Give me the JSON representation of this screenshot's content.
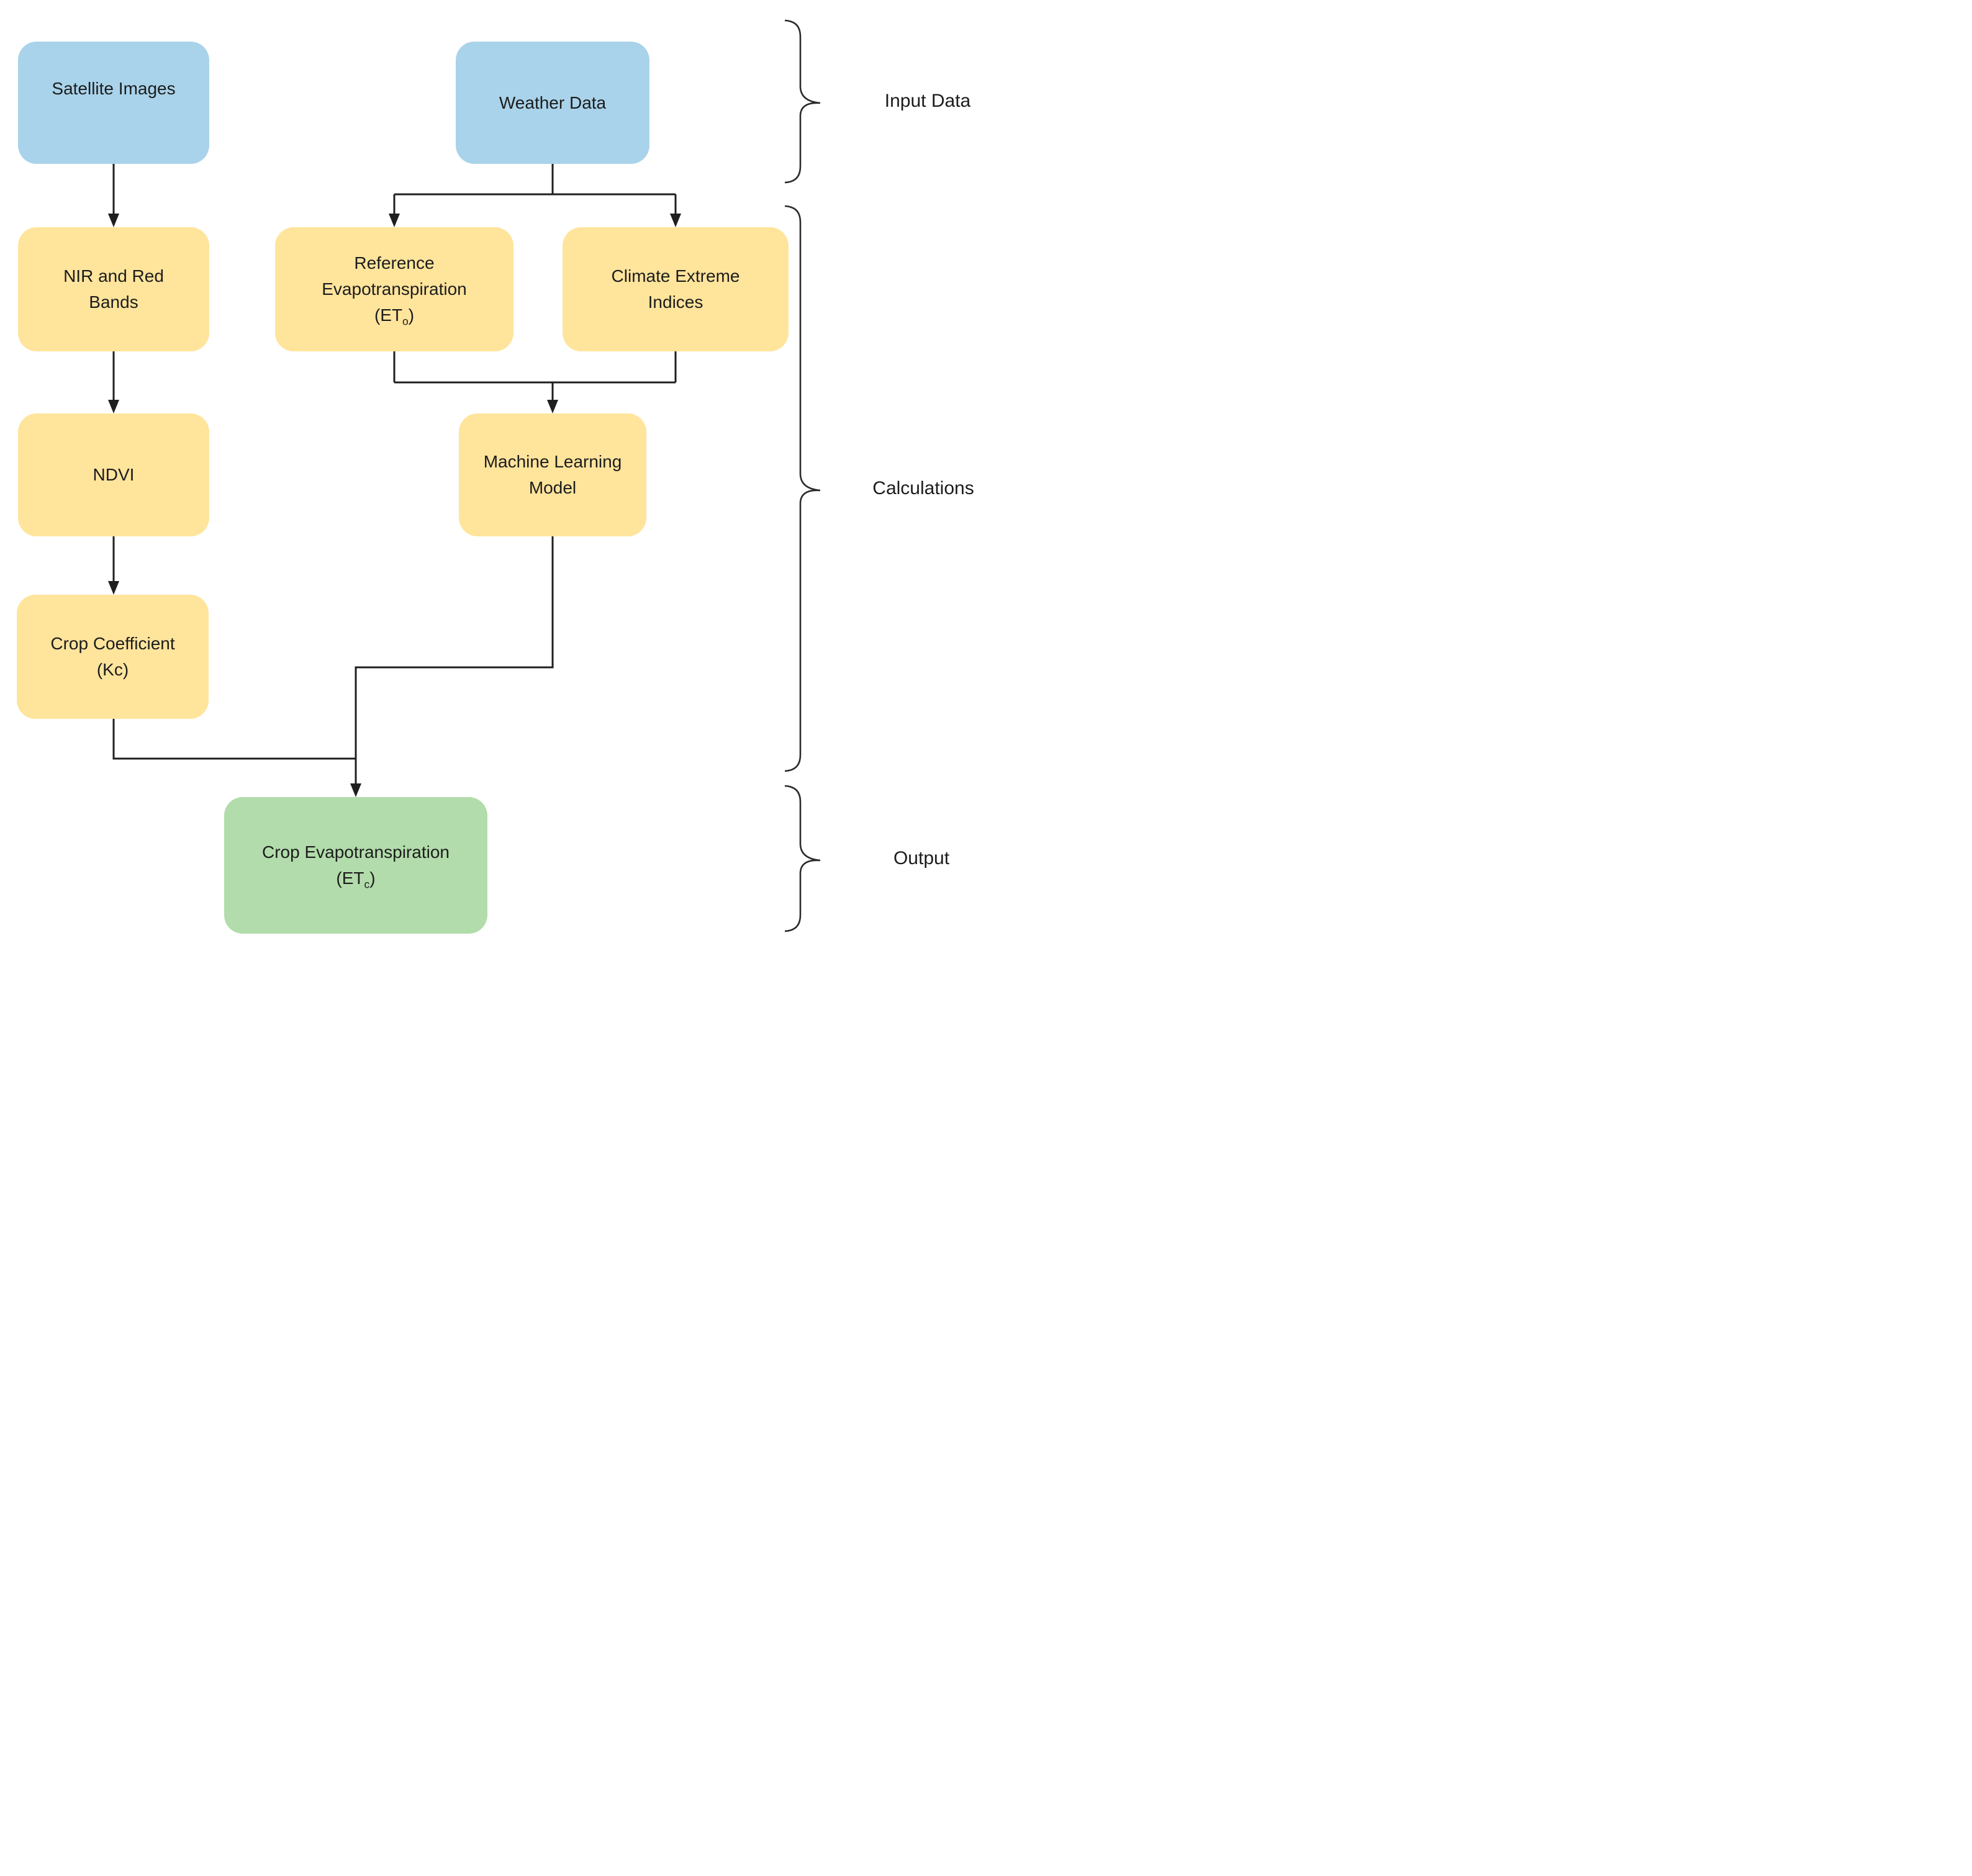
{
  "nodes": {
    "satellite": {
      "label": "Satellite Images"
    },
    "weather": {
      "label": "Weather Data"
    },
    "nir": {
      "line1": "NIR and Red",
      "line2": "Bands"
    },
    "reference": {
      "line1": "Reference",
      "line2": "Evapotranspiration",
      "formula_pre": "(ET",
      "formula_sub": "o",
      "formula_post": ")"
    },
    "climate": {
      "line1": "Climate Extreme",
      "line2": "Indices"
    },
    "ndvi": {
      "label": "NDVI"
    },
    "ml": {
      "line1": "Machine Learning",
      "line2": "Model"
    },
    "kc": {
      "line1": "Crop Coefficient",
      "line2": "(Kc)"
    },
    "etc": {
      "line1": "Crop Evapotranspiration",
      "formula_pre": "(ET",
      "formula_sub": "c",
      "formula_post": ")"
    }
  },
  "group_labels": {
    "input_data": "Input Data",
    "calculations": "Calculations",
    "output": "Output"
  },
  "colors": {
    "input_fill": "#a9d3ea",
    "calc_fill": "#ffe49c",
    "output_fill": "#b2dcab",
    "connector": "#1f1f1f",
    "brace": "#2b2b2b",
    "text": "#1c1c1c",
    "background": "#ffffff"
  }
}
